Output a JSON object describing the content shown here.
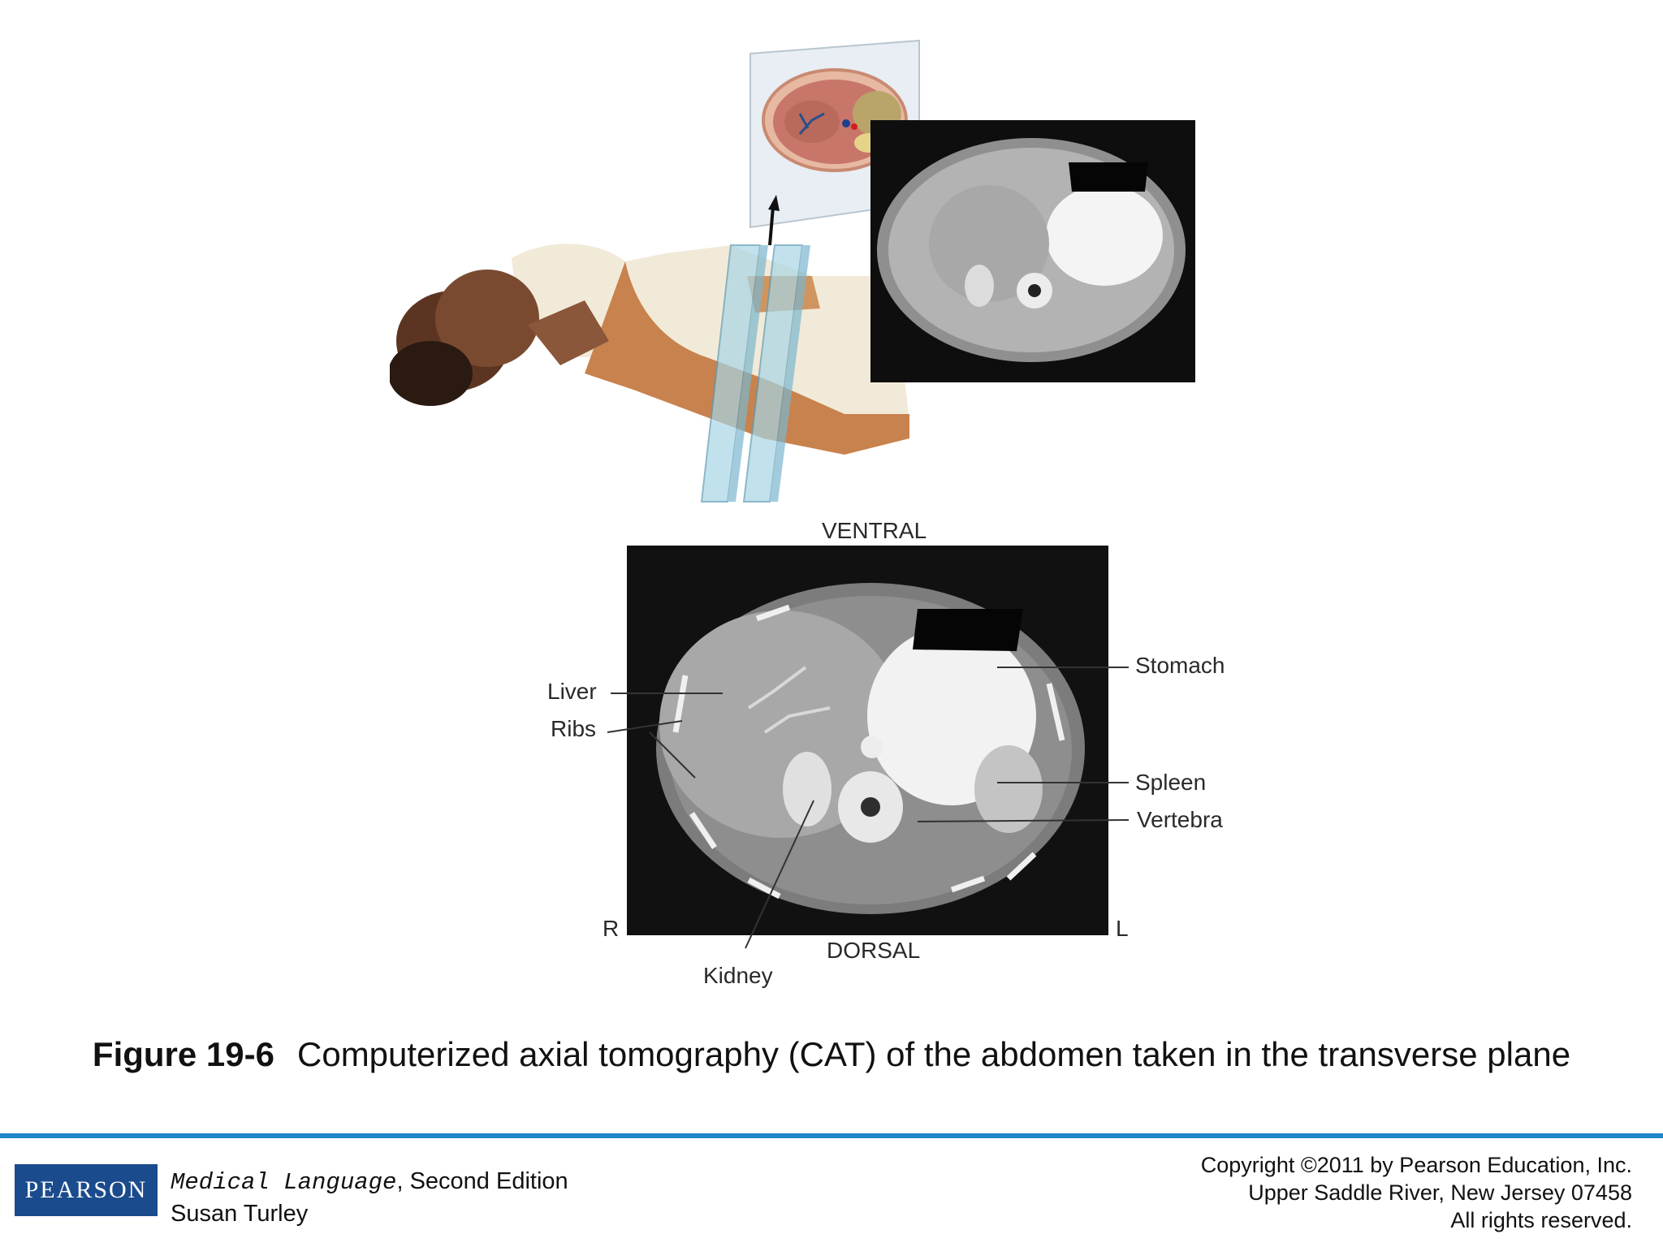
{
  "figure": {
    "number": "Figure 19-6",
    "caption": "Computerized axial tomography (CAT) of the abdomen taken in the transverse plane"
  },
  "orientation": {
    "ventral": "VENTRAL",
    "dorsal": "DORSAL",
    "right": "R",
    "left": "L"
  },
  "labels": {
    "liver": "Liver",
    "ribs": "Ribs",
    "kidney": "Kidney",
    "stomach": "Stomach",
    "spleen": "Spleen",
    "vertebra": "Vertebra"
  },
  "footer": {
    "publisher_logo": "PEARSON",
    "book_title": "Medical Language",
    "edition": ", Second Edition",
    "author": "Susan Turley",
    "copyright_line1": "Copyright ©2011 by Pearson Education, Inc.",
    "copyright_line2": "Upper Saddle River, New Jersey 07458",
    "copyright_line3": "All rights reserved."
  },
  "colors": {
    "rule": "#1f87c9",
    "logo_bg": "#1a4b8c",
    "ct_bg": "#111111"
  }
}
